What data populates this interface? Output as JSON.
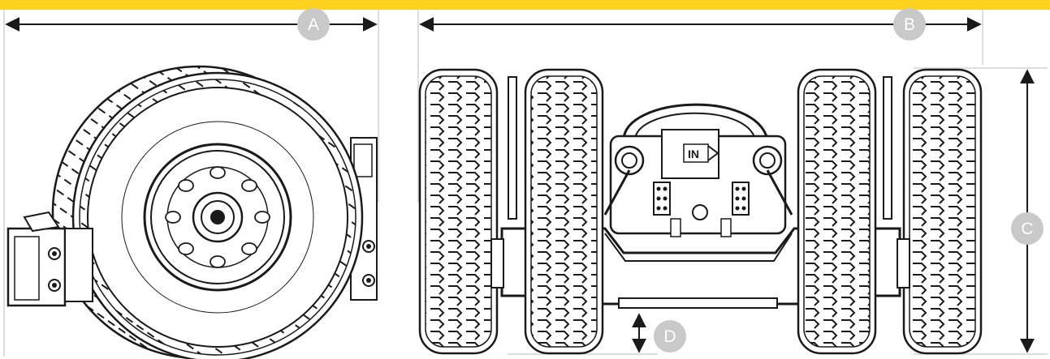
{
  "colors": {
    "accent_bar": "#ffd21f",
    "badge_fill": "#c9c9c9",
    "badge_text": "#ffffff",
    "line": "#1a1a1a",
    "guide": "#bdbdbd"
  },
  "dimensions": {
    "a": {
      "label": "A"
    },
    "b": {
      "label": "B"
    },
    "c": {
      "label": "C"
    },
    "d": {
      "label": "D"
    }
  },
  "stencil": {
    "in_label": "IN"
  }
}
